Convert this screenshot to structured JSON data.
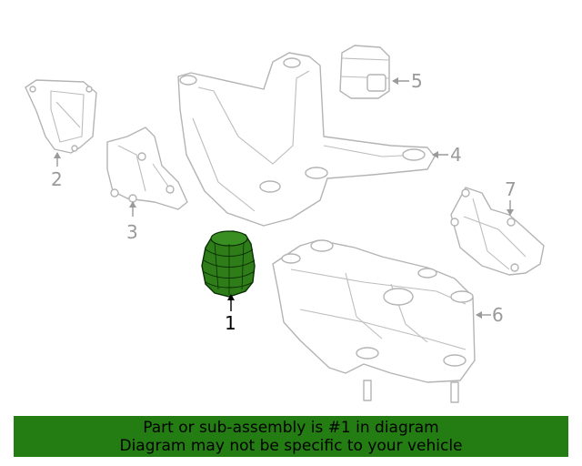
{
  "callouts": [
    {
      "label": "1",
      "highlighted": true
    },
    {
      "label": "2",
      "highlighted": false
    },
    {
      "label": "3",
      "highlighted": false
    },
    {
      "label": "4",
      "highlighted": false
    },
    {
      "label": "5",
      "highlighted": false
    },
    {
      "label": "6",
      "highlighted": false
    },
    {
      "label": "7",
      "highlighted": false
    }
  ],
  "banner": {
    "line1": "Part or sub-assembly is #1 in diagram",
    "line2": "Diagram may not be specific to your vehicle"
  },
  "colors": {
    "highlight_part": "#2e7d18",
    "banner_bg": "#237d13",
    "outline": "#b4b4b4"
  }
}
